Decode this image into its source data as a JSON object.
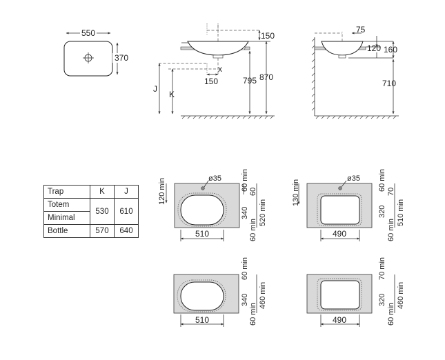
{
  "top_view": {
    "width": "550",
    "depth": "370"
  },
  "front_view": {
    "dims": {
      "top_offset": "150",
      "axis_offset": "150",
      "height_795": "795",
      "height_870": "870"
    },
    "letters": {
      "j": "J",
      "k": "K"
    }
  },
  "side_view": {
    "dims": {
      "d75": "75",
      "d120": "120",
      "d160": "160",
      "d710": "710"
    }
  },
  "trap_table": {
    "headers": [
      "Trap",
      "K",
      "J"
    ],
    "rows": [
      {
        "name": "Totem",
        "k": "530",
        "j": "610"
      },
      {
        "name": "Minimal",
        "k": "",
        "j": ""
      },
      {
        "name": "Bottle",
        "k": "570",
        "j": "640"
      }
    ]
  },
  "cutouts": [
    {
      "id": "oval-tap",
      "left_label": "120 min",
      "hole": "ø35",
      "top_min": "60 min",
      "d60": "60",
      "d340": "340",
      "d520": "520 min",
      "bottom_min": "60 min",
      "width": "510"
    },
    {
      "id": "rect-tap",
      "left_label": "130 min",
      "hole": "ø35",
      "top_min": "60 min",
      "d60": "70",
      "d340": "320",
      "d520": "510 min",
      "bottom_min": "60 min",
      "width": "490"
    },
    {
      "id": "oval-plain",
      "top_min": "60 min",
      "d340": "340",
      "d520": "460 min",
      "bottom_min": "60 min",
      "width": "510"
    },
    {
      "id": "rect-plain",
      "top_min": "70 min",
      "d340": "320",
      "d520": "460 min",
      "bottom_min": "60 min",
      "width": "490"
    }
  ]
}
